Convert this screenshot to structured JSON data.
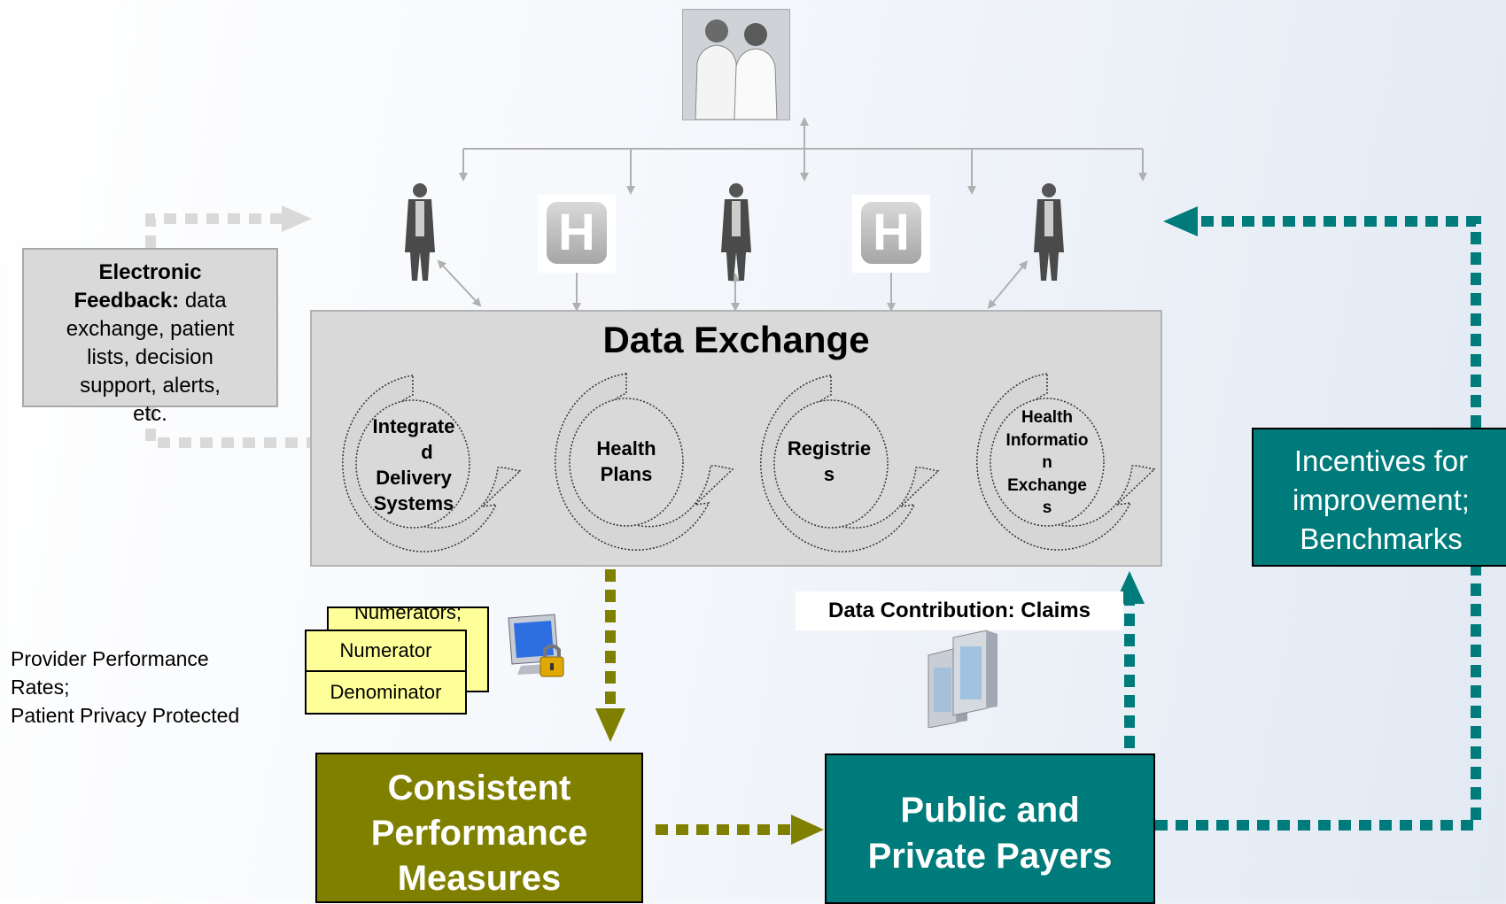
{
  "feedback": {
    "title": "Electronic Feedback:",
    "text": "data exchange, patient lists, decision support, alerts, etc."
  },
  "data_exchange": {
    "title": "Data Exchange",
    "cycles": [
      {
        "line1": "Integrate",
        "line2": "d",
        "line3": "Delivery",
        "line4": "Systems"
      },
      {
        "line1": "Health",
        "line2": "Plans"
      },
      {
        "line1": "Registrie",
        "line2": "s"
      },
      {
        "line1": "Health",
        "line2": "Informatio",
        "line3": "n",
        "line4": "Exchange",
        "line5": "s"
      }
    ]
  },
  "cards": {
    "back": "Numerators;",
    "numerator": "Numerator",
    "denominator": "Denominator"
  },
  "provider_text": {
    "line1": "Provider Performance",
    "line2": "Rates;",
    "line3": "Patient Privacy Protected"
  },
  "claims_label": "Data Contribution: Claims",
  "measures": {
    "line1": "Consistent",
    "line2": "Performance",
    "line3": "Measures"
  },
  "payers": {
    "line1": "Public and",
    "line2": "Private Payers"
  },
  "incentives": {
    "line1": "Incentives for",
    "line2": "improvement;",
    "line3": "Benchmarks"
  },
  "colors": {
    "olive": "#808000",
    "teal": "#007b7b",
    "gray_dots": "#d9d9d9",
    "card": "#ffff99"
  },
  "icons": [
    "people-photo-icon",
    "doctor-icon",
    "hospital-icon",
    "computer-lock-icon",
    "server-icon"
  ]
}
